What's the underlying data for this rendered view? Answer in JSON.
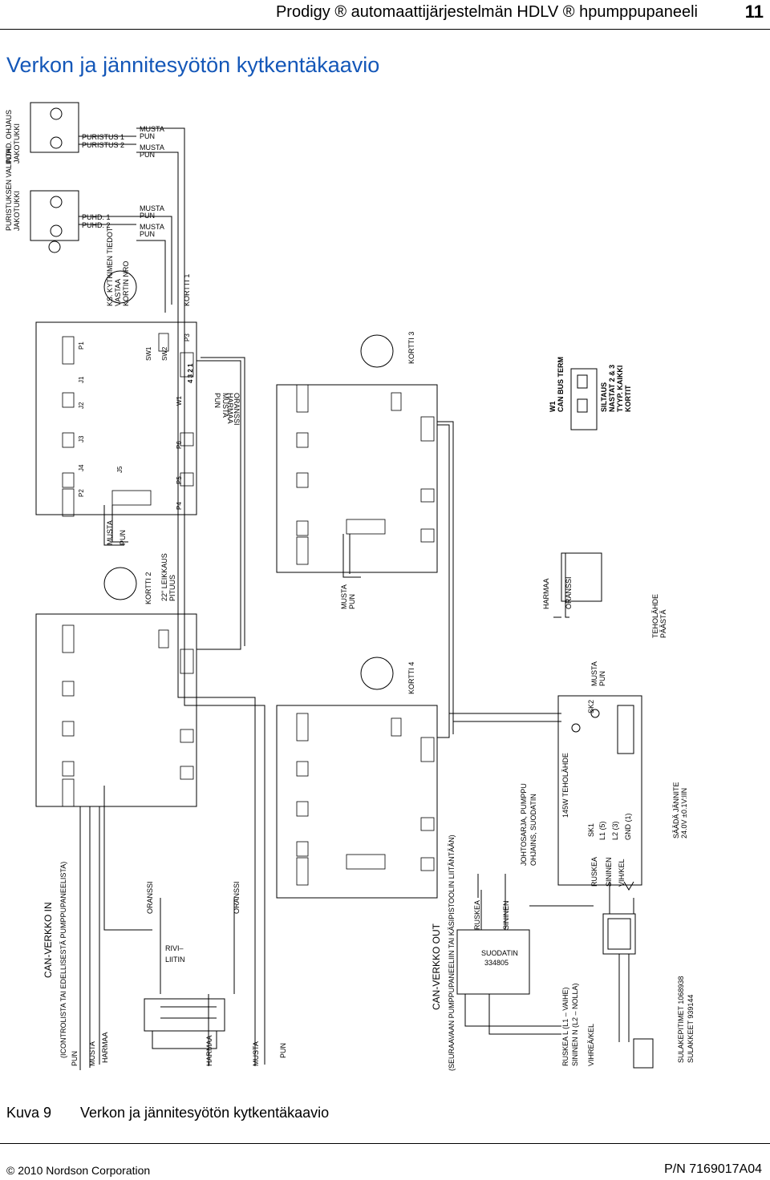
{
  "header": {
    "title": "Prodigy ® automaattijärjestelmän HDLV ® hpumppupaneeli",
    "page": "11"
  },
  "section_title": "Verkon ja jännitesyötön kytkentäkaavio",
  "figure": {
    "label": "Kuva 9",
    "caption": "Verkon ja jännitesyötön kytkentäkaavio"
  },
  "footer": {
    "copyright": "© 2010 Nordson Corporation",
    "part_number": "P/N 7169017A04"
  },
  "labels": {
    "top_left_1": "PURISTUKSEN VALINTA",
    "top_left_1b": "JAKOTUKKI",
    "top_left_2": "PUHD. OHJAUS",
    "top_left_2b": "JAKOTUKKI",
    "puristus1": "PURISTUS 1",
    "puristus2": "PURISTUS 2",
    "puhd1": "PUHD. 1",
    "puhd2": "PUHD. 2",
    "musta": "MUSTA",
    "pun": "PUN",
    "harmaa": "HARMAA",
    "oranssi": "ORANSSI",
    "ks_kytkimen": "KS. KYTKIMEN TIEDOT",
    "vastaa": "VASTAA",
    "kortin_nro": "KORTIN NRO",
    "kortti1": "KORTTI 1",
    "kortti2": "KORTTI 2",
    "kortti3": "KORTTI 3",
    "kortti4": "KORTTI 4",
    "leikkaus": "22\" LEIKKAUS",
    "pituus": "PITUUS",
    "w1": "W1",
    "can_bus_term": "CAN BUS TERM",
    "siltaus": "SILTAUS",
    "nastat": "NASTAT 2 & 3",
    "tyyp": "TYYP. KAIKKI",
    "kortit": "KORTIT",
    "tehol1": "TEHOLÄHDE",
    "tehol2": "PÄÄSTÄ",
    "can_in": "CAN-VERKKO IN",
    "can_in_sub": "(ICONTROLISTA TAI EDELLISESTÄ PUMPPUPANEELISTA)",
    "can_out": "CAN-VERKKO OUT",
    "can_out_sub": "(SEURAAVAAN PUMPPUPANEELIIN TAI KÄSIPISTOOLIN LIITÄNTÄÄN)",
    "rivi": "RIVI–",
    "liitin": "LIITIN",
    "johto1": "JOHTOSARJA, PUMPPU",
    "johto2": "OHJAINS, SUODATIN",
    "teholahde145": "145W TEHOLÄHDE",
    "sk1": "SK1",
    "sk2": "SK2",
    "ruskea": "RUSKEA",
    "sininen": "SININEN",
    "vihkel": "VIH/KEL",
    "l1": "L1 (5)",
    "l2": "L2 (3)",
    "gnd": "GND (1)",
    "saadu1": "SÄÄDÄ JÄNNITE",
    "saadu2": "24.0V ±0.1V:IIN",
    "sulak1": "SULAKEPITIMET 1068938",
    "sulak2": "SULAKKEET 939144",
    "suodatin": "SUODATIN",
    "suod_pn": "334805",
    "ruskea_l": "RUSKEA  L (L1 – VAIHE)",
    "sininen_n": "SININEN  N (L2 – NOLLA)",
    "vihrea": "VIHREÄ/KEL",
    "sw1": "SW1",
    "sw2": "SW2",
    "p1": "P1",
    "p2": "P2",
    "p3": "P3",
    "p4": "P4",
    "p5": "P5",
    "p6": "P6",
    "j1": "J1",
    "j2": "J2",
    "j3": "J3",
    "j4": "J4",
    "j5": "J5",
    "pins4321": "4 3 2 1"
  }
}
